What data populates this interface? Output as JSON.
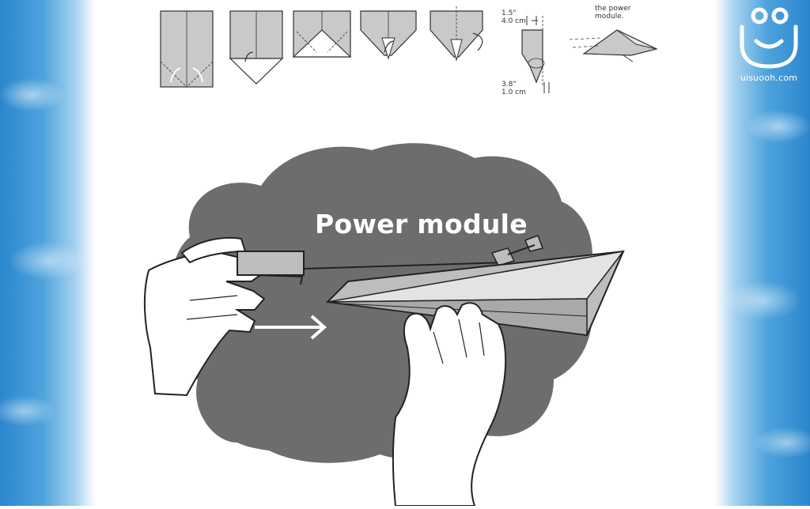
{
  "illustration": {
    "main_label": "Power module"
  },
  "instructions": {
    "top_measure_in": "1.5\"",
    "top_measure_cm": "4.0 cm",
    "bottom_measure_in": "3.8\"",
    "bottom_measure_cm": "1.0 cm",
    "note_line1": "the power",
    "note_line2": "module."
  },
  "watermark": {
    "text": "uisuooh.com",
    "icon": "smile-logo-icon"
  },
  "colors": {
    "sky_blue": "#2a86cc",
    "cloud_gray": "#6d6d6d",
    "paper_gray": "#bdbdbd"
  }
}
